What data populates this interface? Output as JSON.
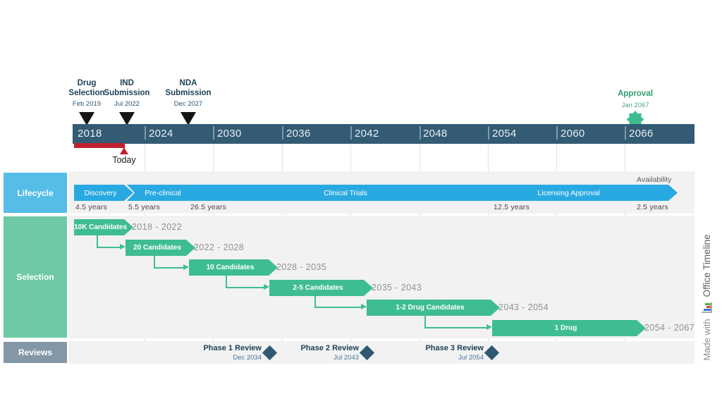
{
  "branding": {
    "made_with": "Made with",
    "product": "Office Timeline"
  },
  "colors": {
    "axis_bar": "#335b74",
    "lane_background": "#f2f2f2",
    "grid_line": "#dce5ec",
    "today_red": "#c0202e",
    "lifecycle_header": "#55bde8",
    "lifecycle_bar": "#29a9e1",
    "selection_header": "#6ec9a4",
    "selection_bar": "#3fbd92",
    "reviews_header": "#8497a7",
    "review_diamond": "#2f5972",
    "milestone_text": "#1d4257",
    "approval_green": "#3dbd90"
  },
  "chart_data": {
    "type": "gantt",
    "title": "",
    "x_axis": {
      "unit": "year",
      "tick_interval": 6,
      "range_start": 2018,
      "range_end": 2072,
      "ticks": [
        "2018",
        "2024",
        "2030",
        "2036",
        "2042",
        "2048",
        "2054",
        "2060",
        "2066"
      ]
    },
    "today_marker": {
      "label": "Today",
      "at_year": 2022.4
    },
    "milestones": [
      {
        "lines": [
          "Drug",
          "Selection"
        ],
        "date": "Feb 2019",
        "at_year": 2019.1,
        "marker": "triangle-down"
      },
      {
        "lines": [
          "IND",
          "Submission"
        ],
        "date": "Jul 2022",
        "at_year": 2022.5,
        "marker": "triangle-down"
      },
      {
        "lines": [
          "NDA",
          "Submission"
        ],
        "date": "Dec 2027",
        "at_year": 2027.9,
        "marker": "triangle-down"
      },
      {
        "lines": [
          "Approval"
        ],
        "date": "Jan 2067",
        "at_year": 2067.0,
        "marker": "green-seal"
      }
    ],
    "lanes": [
      {
        "name": "Lifecycle",
        "items": [
          {
            "label": "Discovery",
            "duration": "4.5 years",
            "start": 2018.0,
            "end": 2022.5
          },
          {
            "label": "Pre-clinical",
            "duration": "5.5 years",
            "start": 2022.5,
            "end": 2028.0
          },
          {
            "label": "Clinical Trials",
            "duration": "26.5 years",
            "start": 2028.0,
            "end": 2054.5
          },
          {
            "label": "Licensing Approval",
            "duration": "12.5 years",
            "start": 2054.5,
            "end": 2067.0
          },
          {
            "label": "Availability",
            "duration": "2.5 years",
            "start": 2067.0,
            "end": 2069.5
          }
        ]
      },
      {
        "name": "Selection",
        "items": [
          {
            "label": "10K Candidates",
            "dates": "2018 - 2022",
            "start": 2018.0,
            "end": 2022.0
          },
          {
            "label": "20 Candidates",
            "dates": "2022 - 2028",
            "start": 2022.5,
            "end": 2028.0
          },
          {
            "label": "10 Candidates",
            "dates": "2028 - 2035",
            "start": 2028.0,
            "end": 2035.0
          },
          {
            "label": "2-5 Candidates",
            "dates": "2035 - 2043",
            "start": 2035.0,
            "end": 2043.5
          },
          {
            "label": "1-2 Drug Candidates",
            "dates": "2043 - 2054",
            "start": 2043.5,
            "end": 2054.5
          },
          {
            "label": "1 Drug",
            "dates": "2054 - 2067",
            "start": 2054.5,
            "end": 2067.4
          }
        ]
      },
      {
        "name": "Reviews",
        "items": [
          {
            "label": "Phase 1 Review",
            "date": "Dec 2034",
            "at_year": 2035.0
          },
          {
            "label": "Phase 2 Review",
            "date": "Jul 2043",
            "at_year": 2043.5
          },
          {
            "label": "Phase 3 Review",
            "date": "Jul 2054",
            "at_year": 2054.5
          }
        ]
      }
    ]
  }
}
